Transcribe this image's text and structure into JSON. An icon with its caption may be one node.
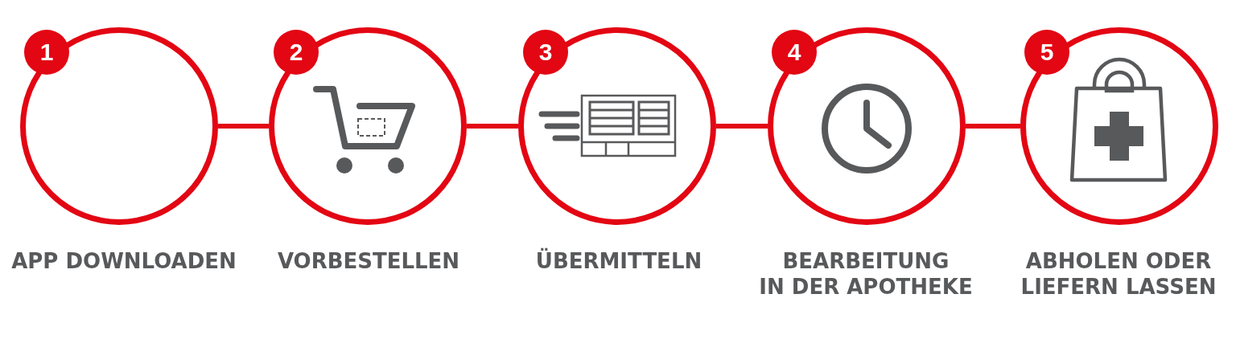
{
  "diagram": {
    "nodes": [
      {
        "text": [
          "1"
        ]
      },
      {
        "text": [
          "APP DOWNLOADEN"
        ]
      },
      {
        "text": [
          "2"
        ]
      },
      {
        "text": [
          "VORBESTELLEN"
        ]
      },
      {
        "text": [
          "3"
        ]
      },
      {
        "text": [
          "ÜBERMITTELN"
        ]
      },
      {
        "text": [
          "4"
        ]
      },
      {
        "text": [
          "BEARBEITUNG IN DER APOTHEKE"
        ]
      },
      {
        "text": [
          "5"
        ]
      },
      {
        "text": [
          "ABHOLEN ODER LIEFERN LASSEN"
        ]
      }
    ],
    "edges": [
      {
        "from": 1,
        "to": 3,
        "arrow": "none"
      },
      {
        "from": 3,
        "to": 5,
        "arrow": "none"
      },
      {
        "from": 5,
        "to": 7,
        "arrow": "none"
      },
      {
        "from": 7,
        "to": 9,
        "arrow": "none"
      }
    ]
  }
}
